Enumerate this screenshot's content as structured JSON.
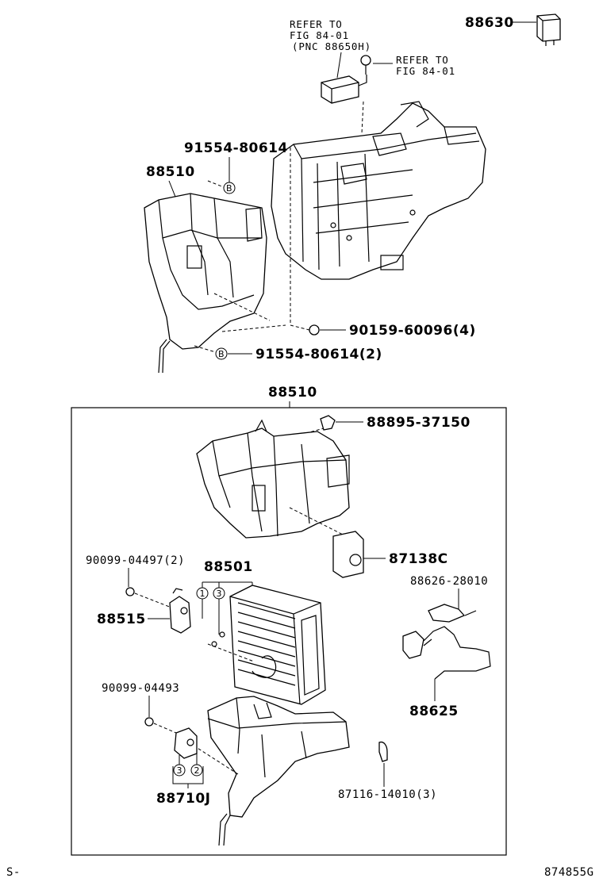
{
  "labels": {
    "p88630": "88630",
    "refer1_a": "REFER TO",
    "refer1_b": "FIG 84-01",
    "refer1_c": "(PNC 88650H)",
    "refer2_a": "REFER TO",
    "refer2_b": "FIG 84-01",
    "p91554a": "91554-80614",
    "p88510top": "88510",
    "p90159": "90159-60096(4)",
    "p91554b": "91554-80614(2)",
    "p88510box": "88510",
    "p88895": "88895-37150",
    "p87138": "87138C",
    "p90099a": "90099-04497(2)",
    "p88501": "88501",
    "p88626": "88626-28010",
    "p88515": "88515",
    "p88625": "88625",
    "p90099b": "90099-04493",
    "p87116": "87116-14010(3)",
    "p88710": "88710J",
    "corner_left": "S-",
    "corner_right": "874855G"
  },
  "callouts": {
    "b1": "B",
    "b2": "B",
    "c1": "1",
    "c3a": "3",
    "c3b": "3",
    "c2": "2"
  }
}
